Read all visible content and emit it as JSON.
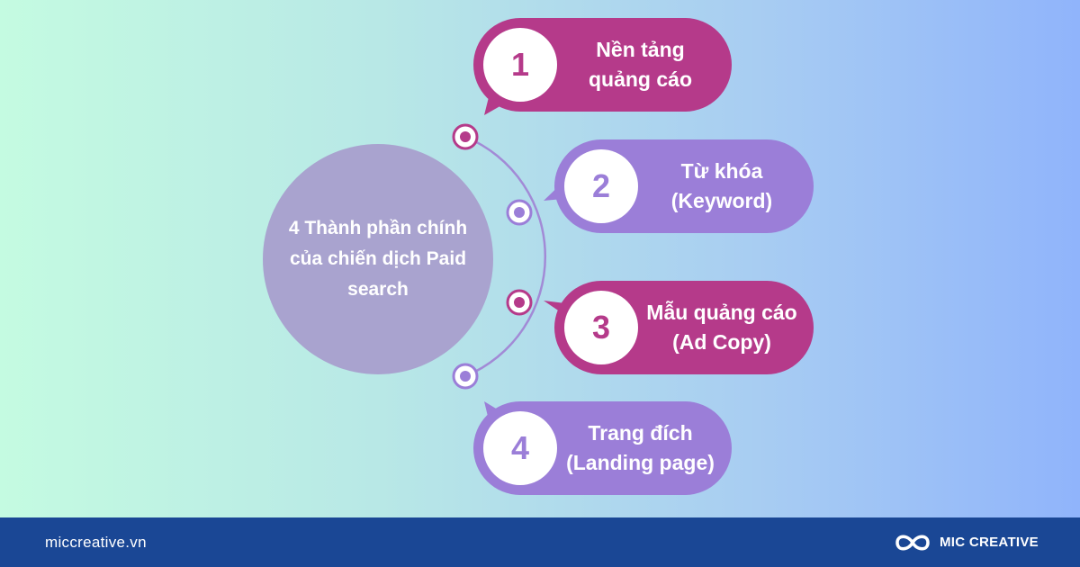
{
  "diagram": {
    "center_title": "4 Thành phần chính của chiến dịch Paid search",
    "items": [
      {
        "number": "1",
        "label": "Nền tảng\nquảng cáo",
        "color": "#b53a8a"
      },
      {
        "number": "2",
        "label": "Từ khóa\n(Keyword)",
        "color": "#9b7ed8"
      },
      {
        "number": "3",
        "label": "Mẫu quảng cáo\n(Ad Copy)",
        "color": "#b53a8a"
      },
      {
        "number": "4",
        "label": "Trang đích\n(Landing page)",
        "color": "#9b7ed8"
      }
    ]
  },
  "footer": {
    "website": "miccreative.vn",
    "brand": "MIC CREATIVE",
    "background": "#1a4795"
  },
  "colors": {
    "magenta": "#b53a8a",
    "violet": "#9b7ed8",
    "center_circle": "#a9a3cf"
  },
  "icons": [
    "infinity-logo-icon"
  ]
}
